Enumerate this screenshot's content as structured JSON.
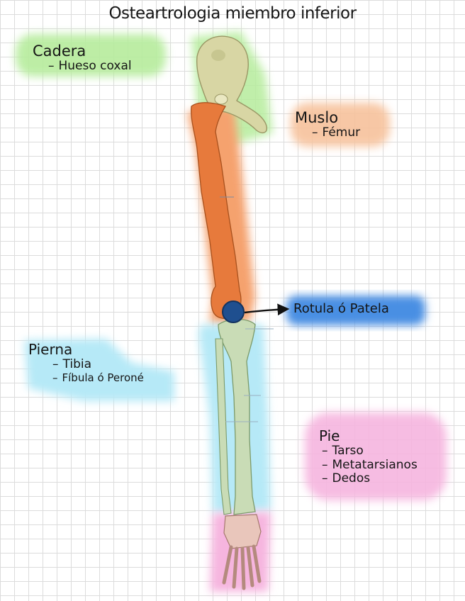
{
  "title": "Osteartrologia miembro inferior",
  "colors": {
    "cadera": "#b6ec9c",
    "muslo": "#f7c29c",
    "rotula": "#4a8fe3",
    "pierna": "#b6e9f7",
    "pie": "#f6b5df",
    "bone": "#d8d6a4",
    "femur": "#e77a3c",
    "patella": "#1f4f8f"
  },
  "sections": {
    "cadera": {
      "heading": "Cadera",
      "items": [
        "Hueso coxal"
      ]
    },
    "muslo": {
      "heading": "Muslo",
      "items": [
        "Fémur"
      ]
    },
    "rotula": {
      "label": "Rotula ó Patela"
    },
    "pierna": {
      "heading": "Pierna",
      "items": [
        "Tibia",
        "Fíbula ó Peroné"
      ]
    },
    "pie": {
      "heading": "Pie",
      "items": [
        "Tarso",
        "Metatarsianos",
        "Dedos"
      ]
    }
  }
}
